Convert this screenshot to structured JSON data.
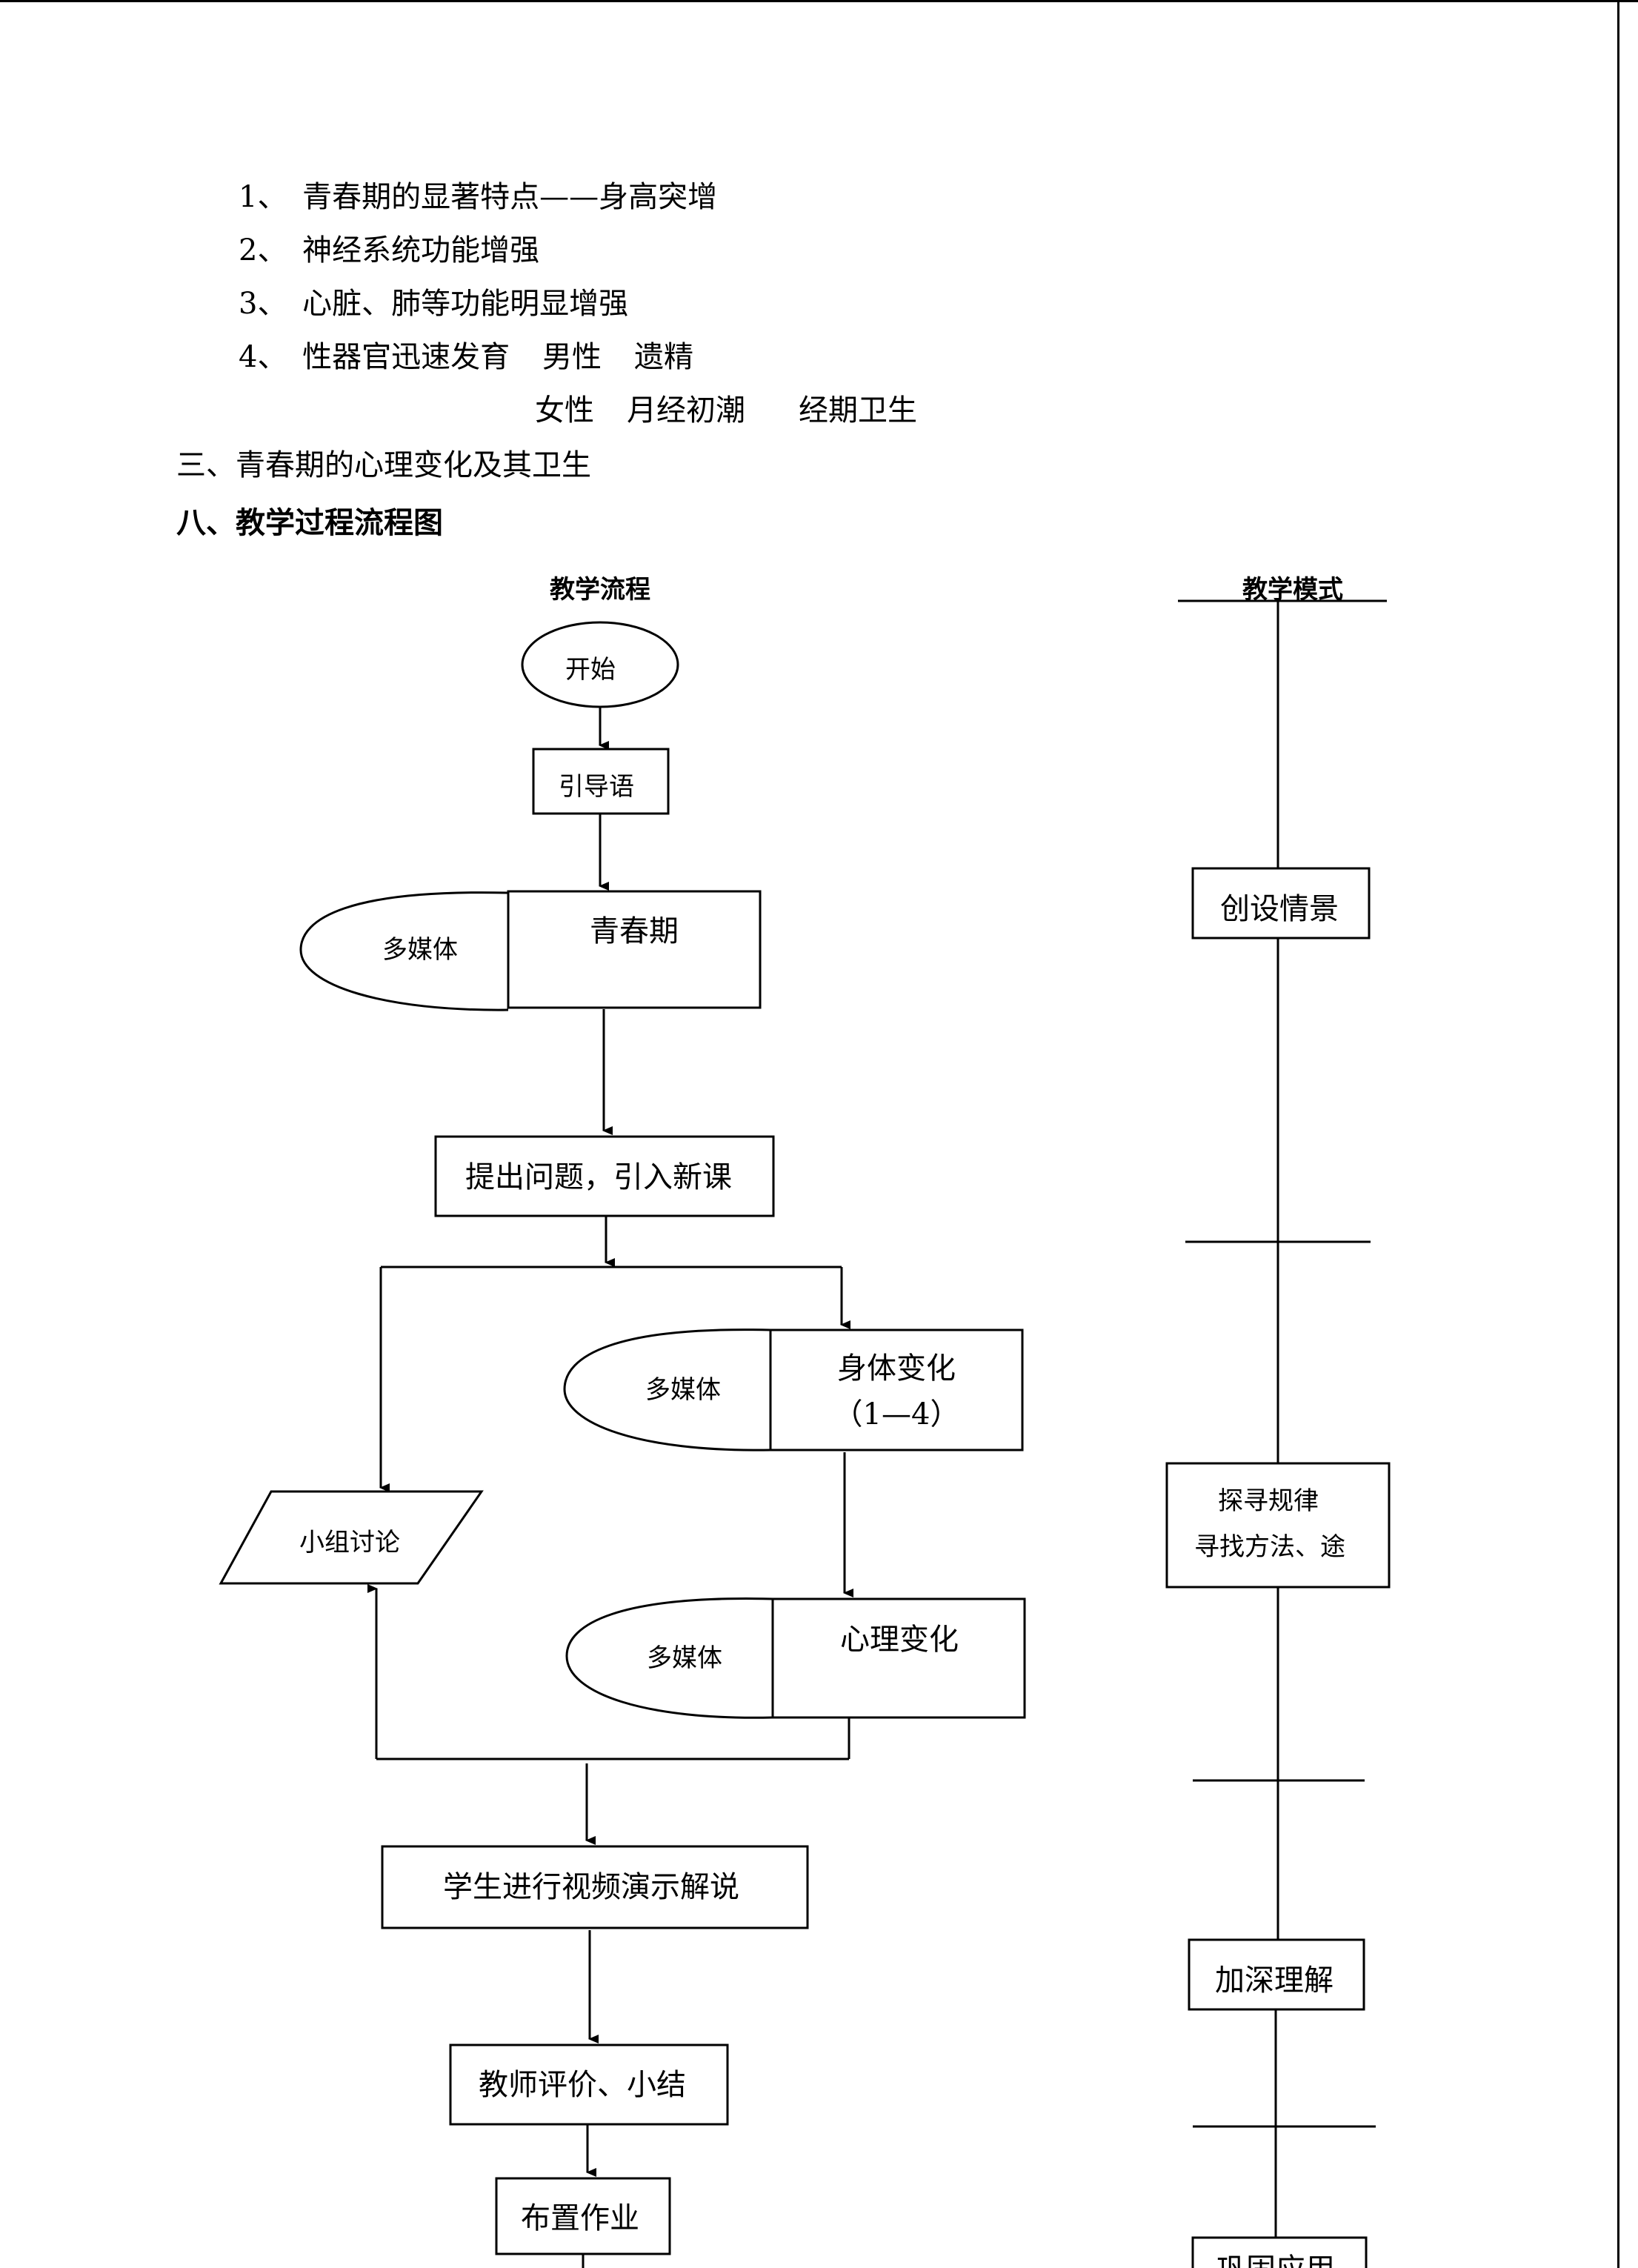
{
  "content": {
    "items": [
      {
        "num": "1、",
        "text": "青春期的显著特点——身高突增"
      },
      {
        "num": "2、",
        "text": "神经系统功能增强"
      },
      {
        "num": "3、",
        "text": "心脏、肺等功能明显增强"
      },
      {
        "num": "4、",
        "text": "性器官迅速发育",
        "extra1": "男性",
        "extra2": "遗精"
      }
    ],
    "female_line": {
      "a": "女性",
      "b": "月经初潮",
      "c": "经期卫生"
    },
    "section_three": "三、青春期的心理变化及其卫生",
    "section_eight": "八、教学过程流程图"
  },
  "flowchart": {
    "left_header": "教学流程",
    "right_header": "教学模式",
    "start": "开始",
    "intro": "引导语",
    "media": "多媒体",
    "puberty": "青春期",
    "question": "提出问题，引入新课",
    "body_change_1": "身体变化",
    "body_change_2": "（1—4）",
    "group_discussion": "小组讨论",
    "psych_change": "心理变化",
    "student_video": "学生进行视频演示解说",
    "teacher_eval": "教师评价、小结",
    "homework": "布置作业"
  },
  "modes": {
    "m1": "创设情景",
    "m2_line1": "探寻规律",
    "m2_line2": "寻找方法、途",
    "m3": "加深理解",
    "m4": "巩固应用"
  }
}
